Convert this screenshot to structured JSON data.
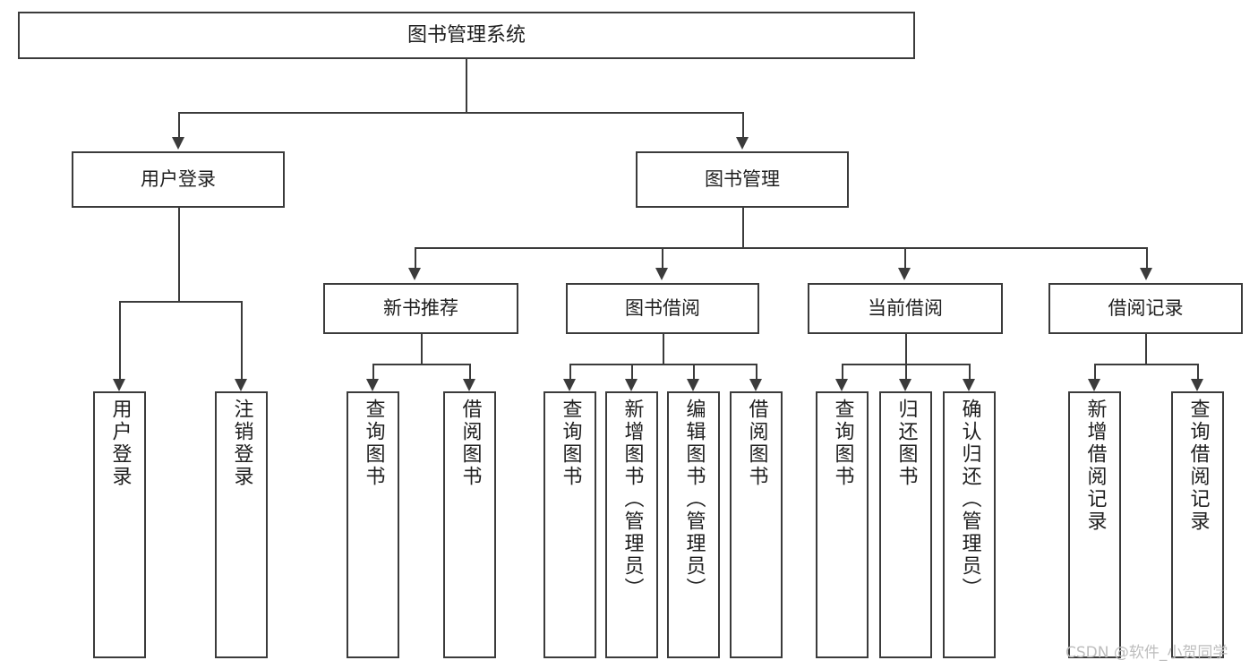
{
  "diagram": {
    "title": "图书管理系统",
    "type": "tree",
    "root": {
      "label": "图书管理系统"
    },
    "level2": [
      {
        "label": "用户登录"
      },
      {
        "label": "图书管理"
      }
    ],
    "level3": [
      {
        "label": "新书推荐"
      },
      {
        "label": "图书借阅"
      },
      {
        "label": "当前借阅"
      },
      {
        "label": "借阅记录"
      }
    ],
    "leaves": {
      "user_login": [
        {
          "label": "用户登录"
        },
        {
          "label": "注销登录"
        }
      ],
      "new_book_recommend": [
        {
          "label": "查询图书"
        },
        {
          "label": "借阅图书"
        }
      ],
      "book_borrow": [
        {
          "label": "查询图书"
        },
        {
          "label": "新增图书（管理员）"
        },
        {
          "label": "编辑图书（管理员）"
        },
        {
          "label": "借阅图书"
        }
      ],
      "current_borrow": [
        {
          "label": "查询图书"
        },
        {
          "label": "归还图书"
        },
        {
          "label": "确认归还（管理员）"
        }
      ],
      "borrow_records": [
        {
          "label": "新增借阅记录"
        },
        {
          "label": "查询借阅记录"
        }
      ]
    }
  },
  "watermark": {
    "text": "CSDN @软件_小贺同学"
  },
  "colors": {
    "stroke": "#3b3b3b",
    "background": "#ffffff",
    "text": "#1f1f1f",
    "watermark": "#bdbdbd"
  }
}
